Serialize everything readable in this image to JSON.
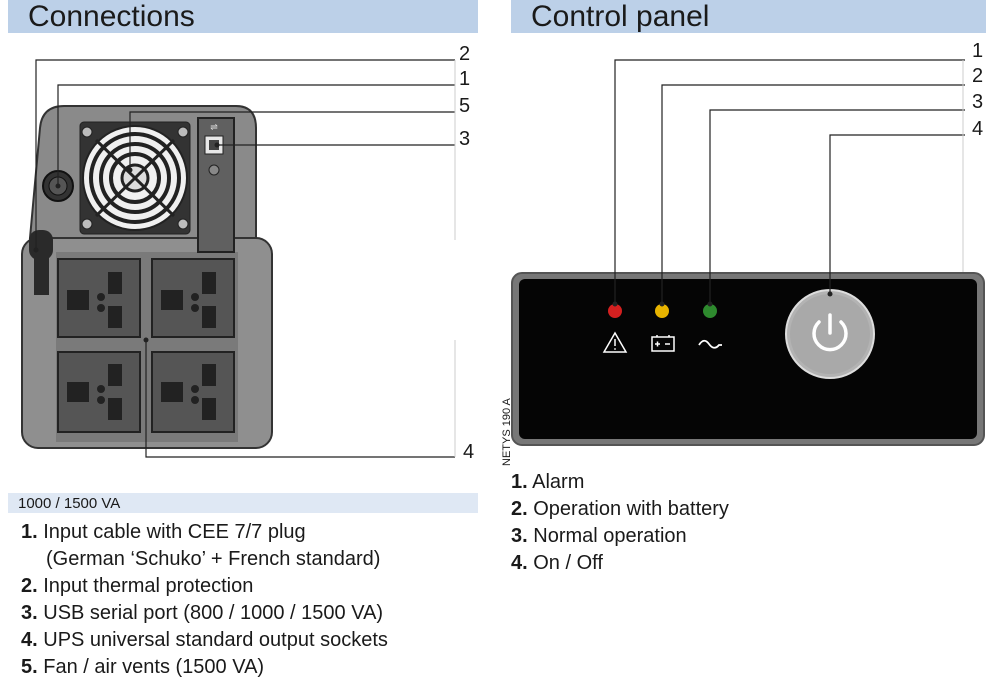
{
  "connections": {
    "title": "Connections",
    "model_band": "1000 / 1500 VA",
    "callouts": [
      "2",
      "1",
      "5",
      "3",
      "4"
    ],
    "items": [
      {
        "num": "1.",
        "text": "Input cable with CEE 7/7 plug",
        "text2": "(German ‘Schuko’ + French standard)"
      },
      {
        "num": "2.",
        "text": "Input thermal protection"
      },
      {
        "num": "3.",
        "text": "USB serial port (800 / 1000 / 1500 VA)"
      },
      {
        "num": "4.",
        "text": "UPS universal standard output sockets"
      },
      {
        "num": "5.",
        "text": "Fan / air vents (1500 VA)"
      }
    ]
  },
  "control_panel": {
    "title": "Control panel",
    "callouts": [
      "1",
      "2",
      "3",
      "4"
    ],
    "side_label": "NETYS 190 A",
    "led_colors": {
      "alarm": "#d42020",
      "battery": "#e8b400",
      "normal": "#2e8a2e"
    },
    "items": [
      {
        "num": "1.",
        "text": "Alarm"
      },
      {
        "num": "2.",
        "text": "Operation with battery"
      },
      {
        "num": "3.",
        "text": "Normal operation"
      },
      {
        "num": "4.",
        "text": "On / Off"
      }
    ]
  },
  "colors": {
    "header": "#bcd0e8",
    "band": "#dfe8f4"
  }
}
